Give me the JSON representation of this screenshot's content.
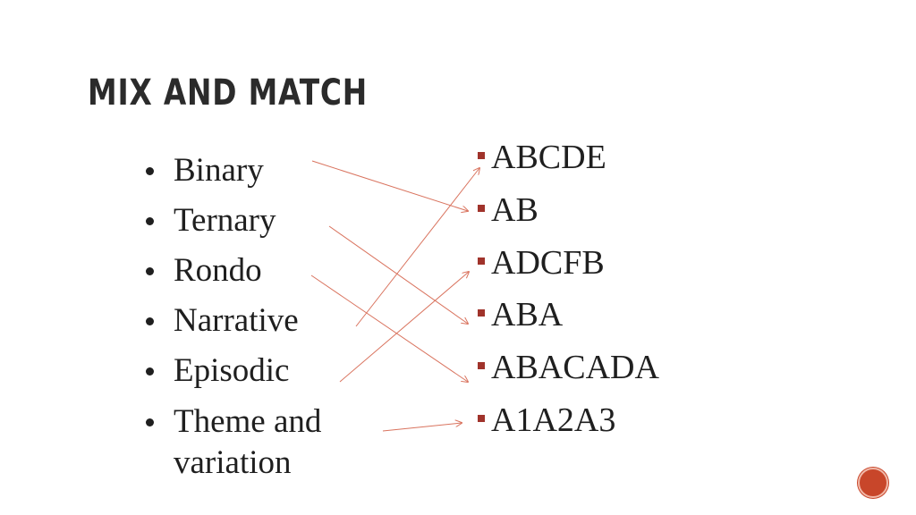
{
  "slide": {
    "title": "MIX AND MATCH",
    "left_items": [
      "Binary",
      "Ternary",
      "Rondo",
      "Narrative",
      "Episodic",
      "Theme and",
      "variation"
    ],
    "right_items": [
      "ABCDE",
      "AB",
      "ADCFB",
      "ABA",
      "ABACADA",
      "A1A2A3"
    ],
    "colors": {
      "accent": "#a0332b",
      "arrow": "#d9735e",
      "badge": "#c8462a"
    }
  }
}
